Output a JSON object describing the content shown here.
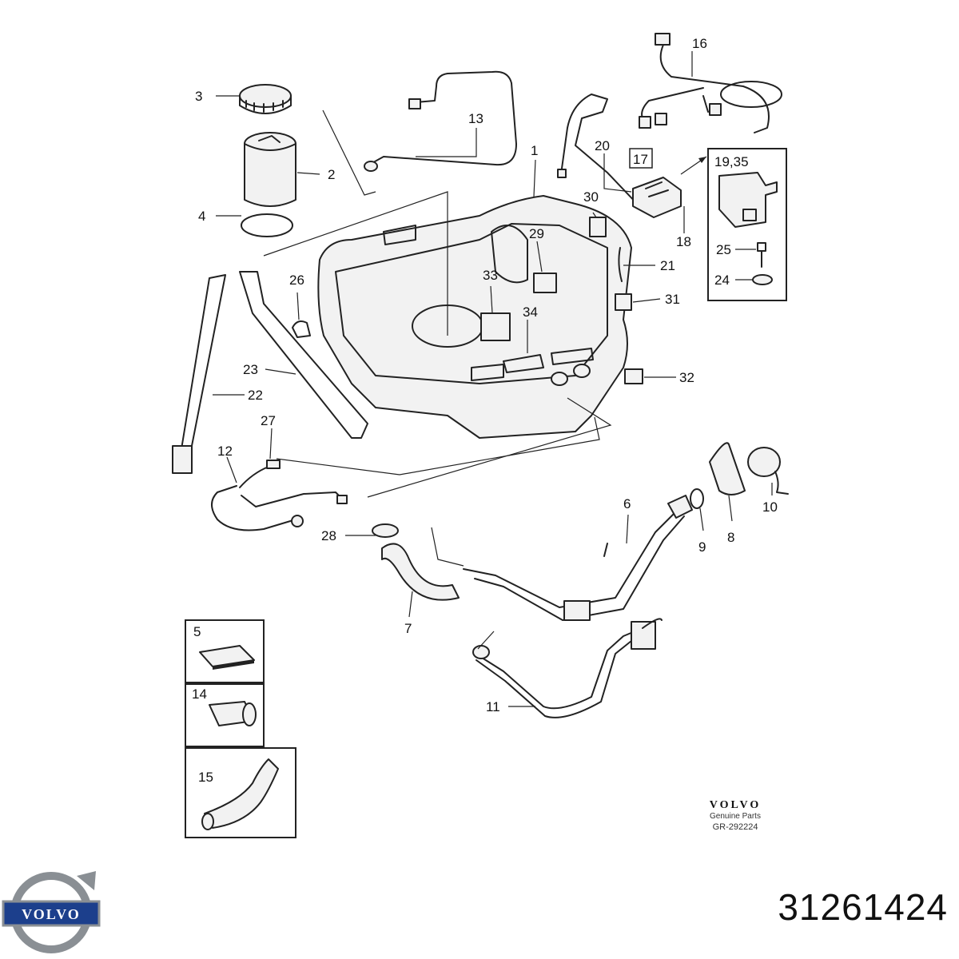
{
  "callouts": [
    "1",
    "2",
    "3",
    "4",
    "5",
    "6",
    "7",
    "8",
    "9",
    "10",
    "11",
    "12",
    "13",
    "14",
    "15",
    "16",
    "17",
    "18",
    "19,35",
    "20",
    "21",
    "22",
    "23",
    "24",
    "25",
    "26",
    "27",
    "28",
    "29",
    "30",
    "31",
    "32",
    "33",
    "34"
  ],
  "brand": {
    "wordmark": "VOLVO",
    "subtitle": "Genuine Parts",
    "code": "GR-292224"
  },
  "logo": {
    "wordmark": "VOLVO",
    "colors": {
      "ring": "#8a8f94",
      "band": "#1c3f8c"
    }
  },
  "part_number": "31261424"
}
